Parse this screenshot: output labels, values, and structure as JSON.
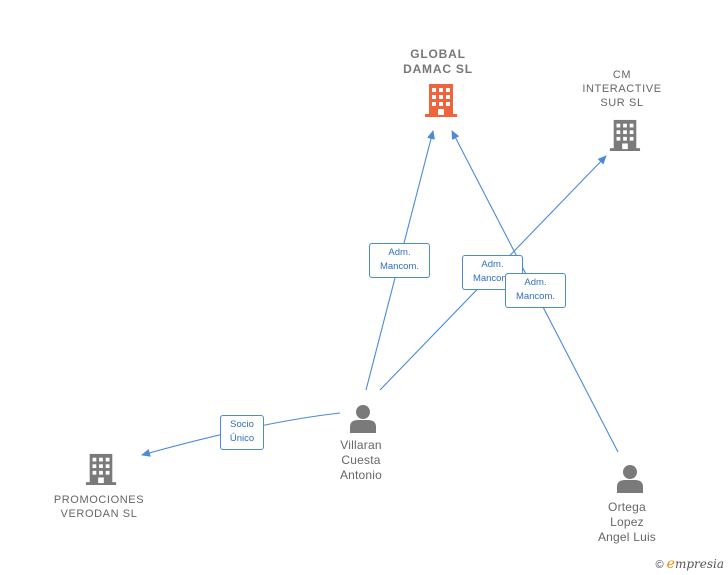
{
  "nodes": {
    "global_damac": {
      "lines": [
        "GLOBAL",
        "DAMAC  SL"
      ]
    },
    "cm_interactive": {
      "lines": [
        "CM",
        "INTERACTIVE",
        "SUR  SL"
      ]
    },
    "promociones": {
      "lines": [
        "PROMOCIONES",
        "VERODAN  SL"
      ]
    },
    "villaran": {
      "lines": [
        "Villaran",
        "Cuesta",
        "Antonio"
      ]
    },
    "ortega": {
      "lines": [
        "Ortega",
        "Lopez",
        "Angel Luis"
      ]
    }
  },
  "edges": {
    "villaran_global": {
      "lines": [
        "Adm.",
        "Mancom."
      ]
    },
    "villaran_cm": {
      "lines": [
        "Adm.",
        "Mancom."
      ]
    },
    "ortega_global": {
      "lines": [
        "Adm.",
        "Mancom."
      ]
    },
    "villaran_promociones": {
      "lines": [
        "Socio",
        "Único"
      ]
    }
  },
  "colors": {
    "main_company": "#f0643c",
    "company": "#7a7a7a",
    "person": "#7a7a7a",
    "edge": "#4a8ad8",
    "brand_accent": "#f28c00"
  },
  "icons": {
    "company": "building-icon",
    "person": "person-icon"
  },
  "footer": {
    "copyright": "©",
    "brand_initial": "e",
    "brand_rest": "mpresia"
  }
}
